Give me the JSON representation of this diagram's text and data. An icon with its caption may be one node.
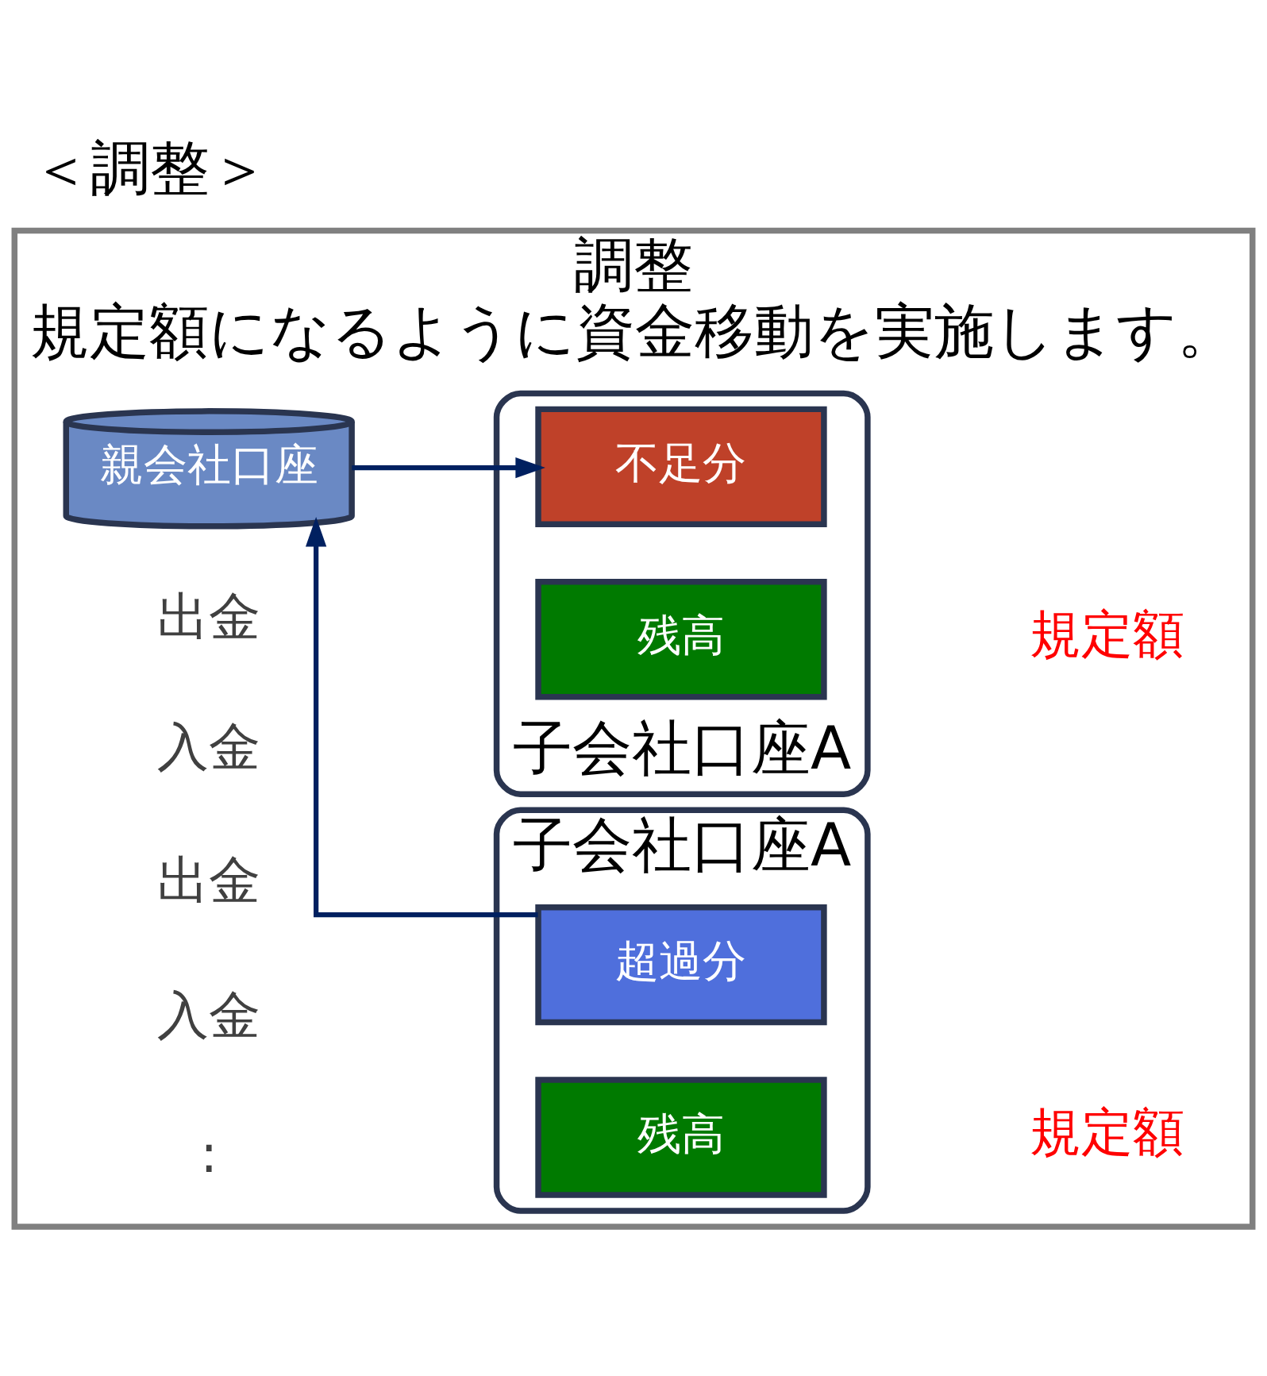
{
  "diagram": {
    "title": "＜調整＞",
    "nodes": [
      {
        "text": [
          "調整",
          "規定額になるように資金移動を実施します。"
        ]
      },
      {
        "text": [
          "親会社口座"
        ],
        "in": 0
      },
      {
        "text": [
          "子会社口座A"
        ],
        "in": 0
      },
      {
        "text": [
          "超過分"
        ],
        "in": 2
      },
      {
        "text": [
          "残高"
        ],
        "in": 2
      },
      {
        "text": [
          "子会社口座A"
        ],
        "in": 0
      },
      {
        "text": [
          "不足分"
        ],
        "in": 5
      },
      {
        "text": [
          "残高"
        ],
        "in": 5
      }
    ],
    "edges": [
      {
        "from": 3,
        "to": 1,
        "arrow": "to"
      },
      {
        "from": 1,
        "to": 6,
        "arrow": "to"
      }
    ],
    "labels": [
      "出金",
      "入金",
      "出金",
      "入金",
      ":",
      "規定額",
      "規定額"
    ]
  }
}
